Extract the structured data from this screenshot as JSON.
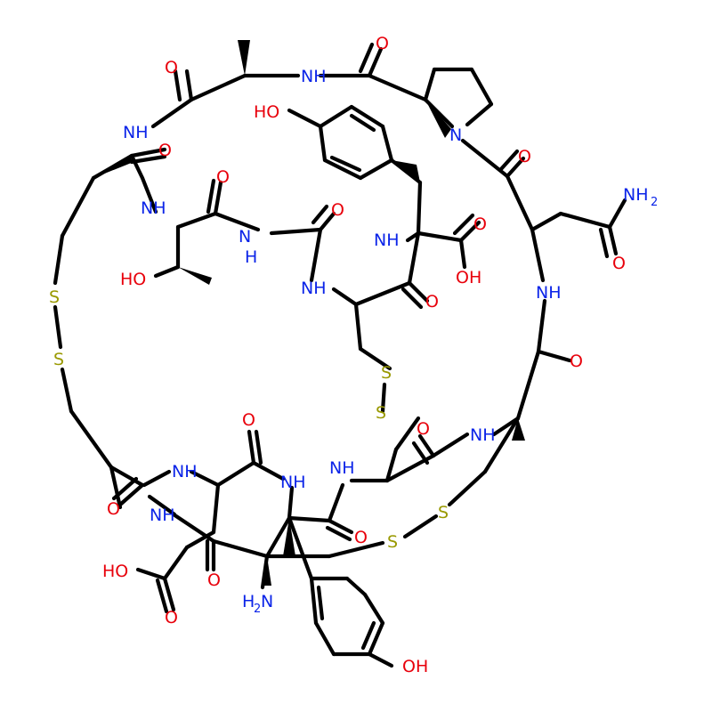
{
  "colors": {
    "bond": "#000000",
    "oxygen": "#e8000b",
    "nitrogen": "#0b24e8",
    "sulfur": "#999900",
    "background": "#ffffff"
  },
  "atoms": {
    "O": "O",
    "S": "S",
    "N": "N",
    "NH": "NH",
    "HO": "HO",
    "OH": "OH",
    "NH2": "NH",
    "H2N": "H",
    "sub2": "2"
  }
}
